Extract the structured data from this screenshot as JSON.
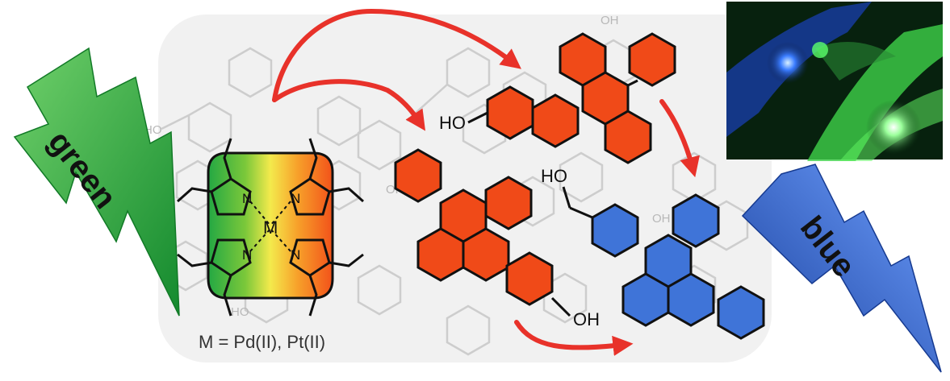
{
  "labels": {
    "green": "green",
    "blue": "blue",
    "metal_caption": "M = Pd(II), Pt(II)",
    "metal_atom": "M",
    "nitrogen": "N",
    "hydroxyl": "OH",
    "hydroxyl_reversed": "HO"
  },
  "colors": {
    "green_light": "#2db84a",
    "blue_light": "#2c5fd0",
    "sensitizer_left": "#2bb24a",
    "sensitizer_mid": "#f2e94b",
    "sensitizer_right": "#f25c1c",
    "annihilator": "#f04a18",
    "emitter": "#3f74d8",
    "arrow": "#e8322a",
    "panel": "#f1f1f1",
    "photo_bg": "#0a2a12"
  },
  "icons": [
    "green-lightning-bolt",
    "blue-lightning-bolt",
    "energy-transfer-arrow",
    "fluorescence-photo"
  ]
}
